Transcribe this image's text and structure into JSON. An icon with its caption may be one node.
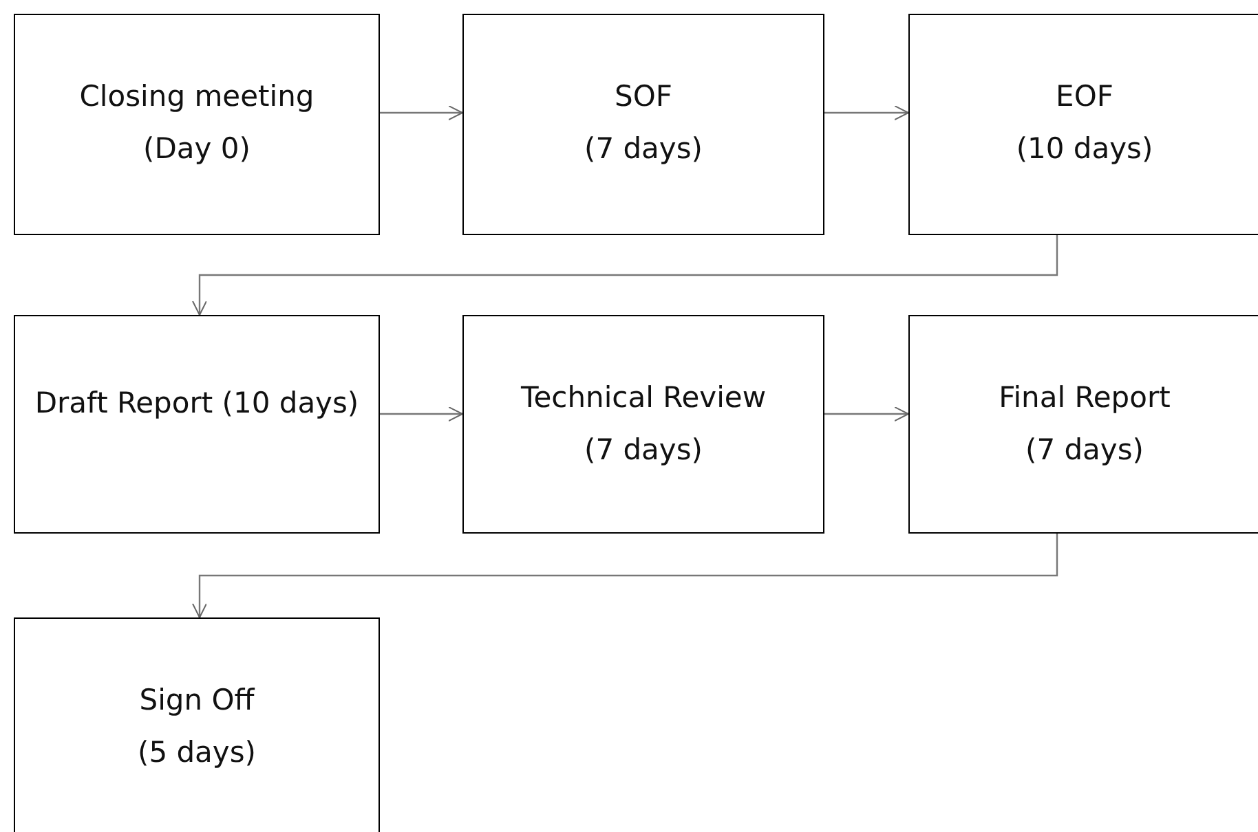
{
  "diagram": {
    "nodes": [
      {
        "text": [
          "Closing meeting",
          "(Day 0)"
        ]
      },
      {
        "text": [
          "SOF",
          "(7 days)"
        ]
      },
      {
        "text": [
          "EOF",
          "(10 days)"
        ]
      },
      {
        "text": [
          "Draft Report (10 days)"
        ]
      },
      {
        "text": [
          "Technical Review",
          "(7 days)"
        ]
      },
      {
        "text": [
          "Final Report",
          "(7 days)"
        ]
      },
      {
        "text": [
          "Sign Off",
          "(5 days)"
        ]
      }
    ],
    "edges": [
      {
        "from": 0,
        "to": 1,
        "arrow": "to"
      },
      {
        "from": 1,
        "to": 2,
        "arrow": "to"
      },
      {
        "from": 2,
        "to": 3,
        "arrow": "to"
      },
      {
        "from": 3,
        "to": 4,
        "arrow": "to"
      },
      {
        "from": 4,
        "to": 5,
        "arrow": "to"
      },
      {
        "from": 5,
        "to": 6,
        "arrow": "to"
      }
    ]
  }
}
